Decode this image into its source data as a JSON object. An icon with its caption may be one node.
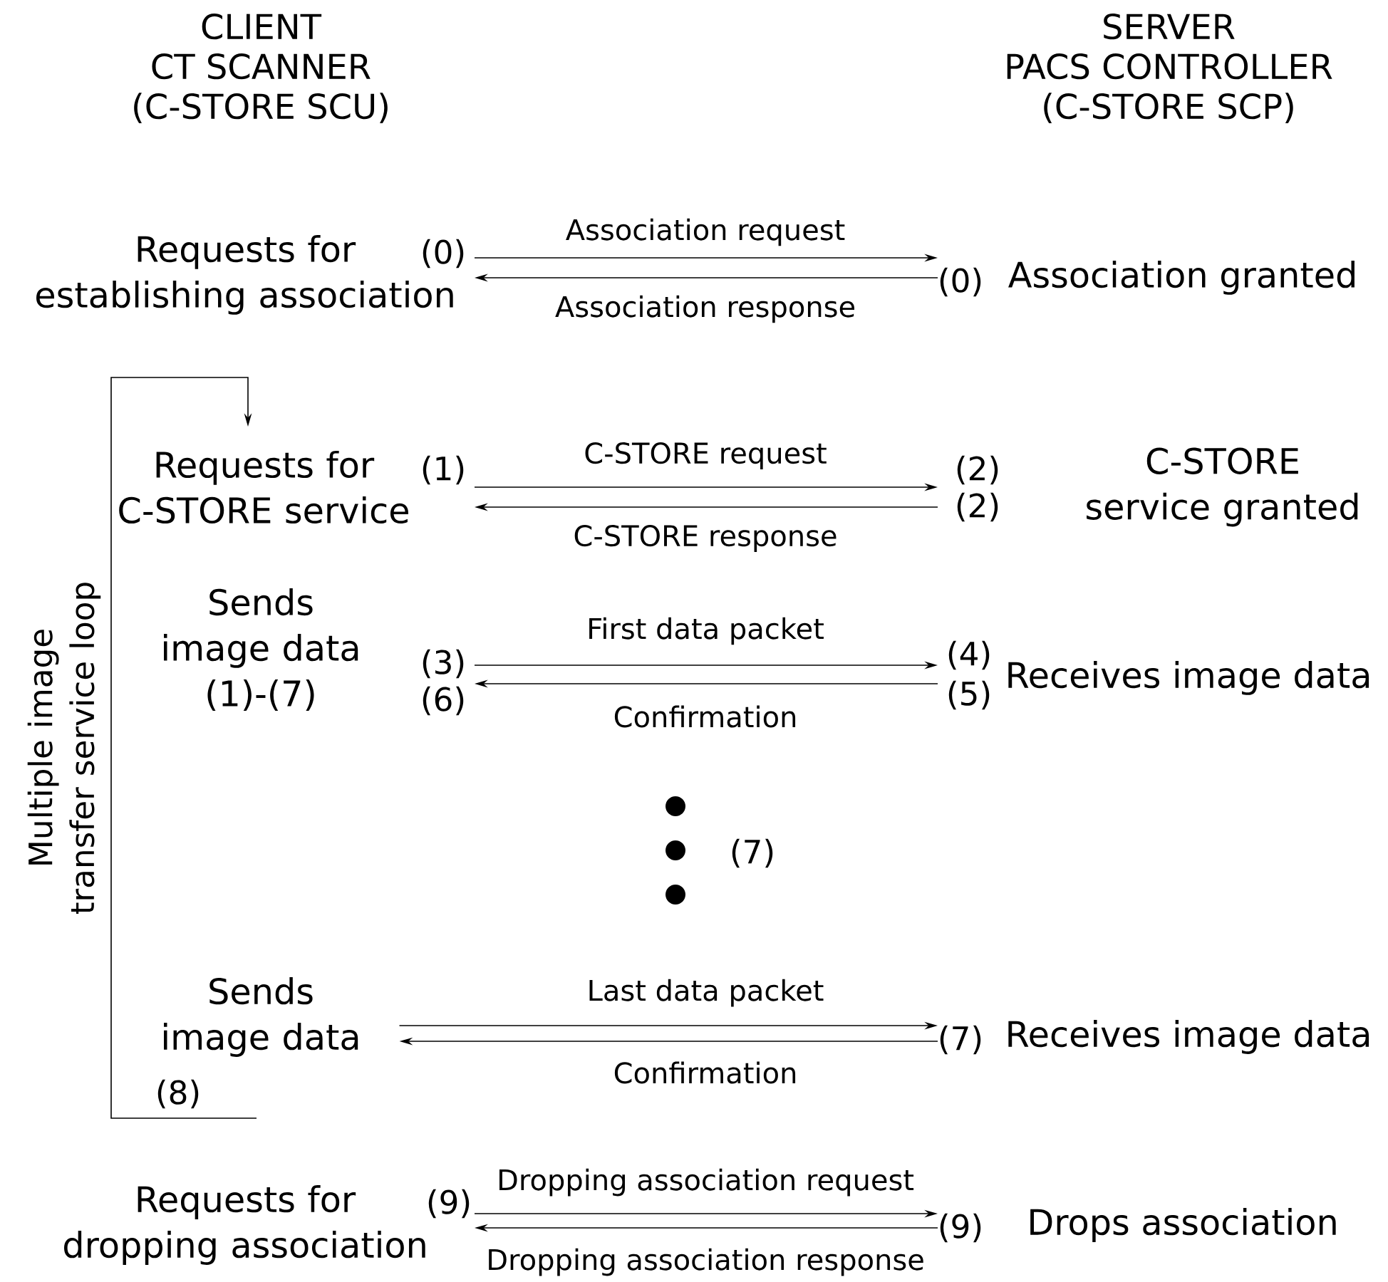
{
  "diagram": {
    "nodes": [
      {
        "text": [
          "CLIENT",
          "CT SCANNER",
          "(C-STORE SCU)"
        ]
      },
      {
        "text": [
          "SERVER",
          "PACS CONTROLLER",
          "(C-STORE SCP)"
        ]
      },
      {
        "text": [
          "Requests for establishing association"
        ],
        "beside": [
          "(0)"
        ]
      },
      {
        "text": [
          "Association granted"
        ],
        "beside": [
          "(0)"
        ]
      },
      {
        "text": [
          "Requests for C-STORE service"
        ],
        "beside": [
          "(1)"
        ]
      },
      {
        "text": [
          "C-STORE service granted"
        ],
        "beside": [
          "(2)",
          "(2)"
        ]
      },
      {
        "text": [
          "Sends image data",
          "(1)-(7)"
        ],
        "beside": [
          "(3)",
          "(6)"
        ]
      },
      {
        "text": [
          "Receives image data"
        ],
        "beside": [
          "(4)",
          "(5)"
        ]
      },
      {
        "text": [
          "Sends image data"
        ],
        "beside": [
          "(8)"
        ]
      },
      {
        "text": [
          "Receives image data"
        ],
        "beside": [
          "(7)"
        ]
      },
      {
        "text": [
          "Requests for dropping association"
        ],
        "beside": [
          "(9)"
        ]
      },
      {
        "text": [
          "Drops association"
        ],
        "beside": [
          "(9)"
        ]
      }
    ],
    "edges": [
      {
        "from": 2,
        "to": 3,
        "arrow": "to",
        "label": "Association request"
      },
      {
        "from": 3,
        "to": 2,
        "arrow": "to",
        "label": "Association response"
      },
      {
        "from": 4,
        "to": 5,
        "arrow": "to",
        "label": "C-STORE request"
      },
      {
        "from": 5,
        "to": 4,
        "arrow": "to",
        "label": "C-STORE response"
      },
      {
        "from": 6,
        "to": 7,
        "arrow": "to",
        "label": "First data packet"
      },
      {
        "from": 7,
        "to": 6,
        "arrow": "to",
        "label": "Confirmation"
      },
      {
        "from": 8,
        "to": 9,
        "arrow": "to",
        "label": "Last data packet"
      },
      {
        "from": 9,
        "to": 8,
        "arrow": "to",
        "label": "Confirmation"
      },
      {
        "from": 10,
        "to": 11,
        "arrow": "to",
        "label": "Dropping association request"
      },
      {
        "from": 11,
        "to": 10,
        "arrow": "to",
        "label": "Dropping association response"
      },
      {
        "from": 8,
        "to": 4,
        "arrow": "to",
        "label": "Multiple image transfer service loop"
      }
    ],
    "labels": [
      "(7)"
    ]
  }
}
